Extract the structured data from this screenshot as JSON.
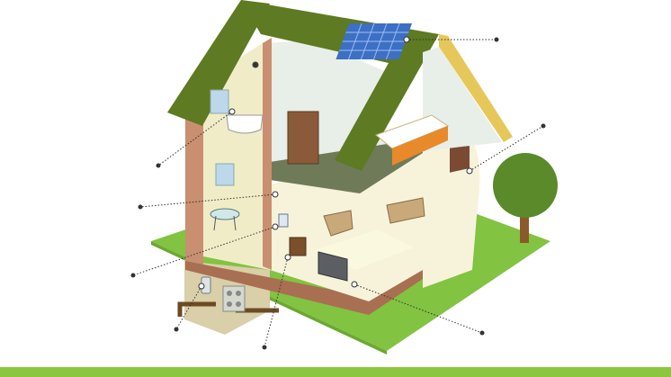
{
  "colors": {
    "background": "#ffffff",
    "roof": "#5e7a22",
    "roof_edge": "#4a6118",
    "roof_trim": "#e6c85a",
    "lawn": "#82c341",
    "lawn_dark": "#6ba832",
    "wall_brick": "#c98f70",
    "wall_brick_dark": "#a96f52",
    "wall_inner": "#f1ecc8",
    "wall_inner_light": "#f7f3da",
    "attic_wall": "#e8eee8",
    "floor_upper": "#6f7a58",
    "floor_lower": "#eef3c8",
    "solar_panel": "#3d6fc4",
    "tree_canopy": "#5a8a2a",
    "tree_trunk": "#8a5a2a",
    "door": "#7a4a33",
    "callout_line": "#333333",
    "bottom_bar": "#8cc63f"
  },
  "icons": [
    "solar-panel-icon",
    "thermostat-icon",
    "smart-meter-icon",
    "water-heater-icon",
    "tree-icon",
    "bed-icon",
    "bathtub-icon",
    "wardrobe-icon",
    "armchair-icon",
    "sofa-icon",
    "tv-icon",
    "table-icon",
    "door-icon",
    "heat-pump-icon"
  ],
  "callouts": [
    {
      "id": "solar-panel"
    },
    {
      "id": "outdoor-sensor"
    },
    {
      "id": "bathroom-sensor"
    },
    {
      "id": "bedroom-sensor"
    },
    {
      "id": "living-thermostat"
    },
    {
      "id": "control-panel"
    },
    {
      "id": "heat-pump"
    },
    {
      "id": "smart-meter"
    },
    {
      "id": "tv-socket"
    }
  ]
}
